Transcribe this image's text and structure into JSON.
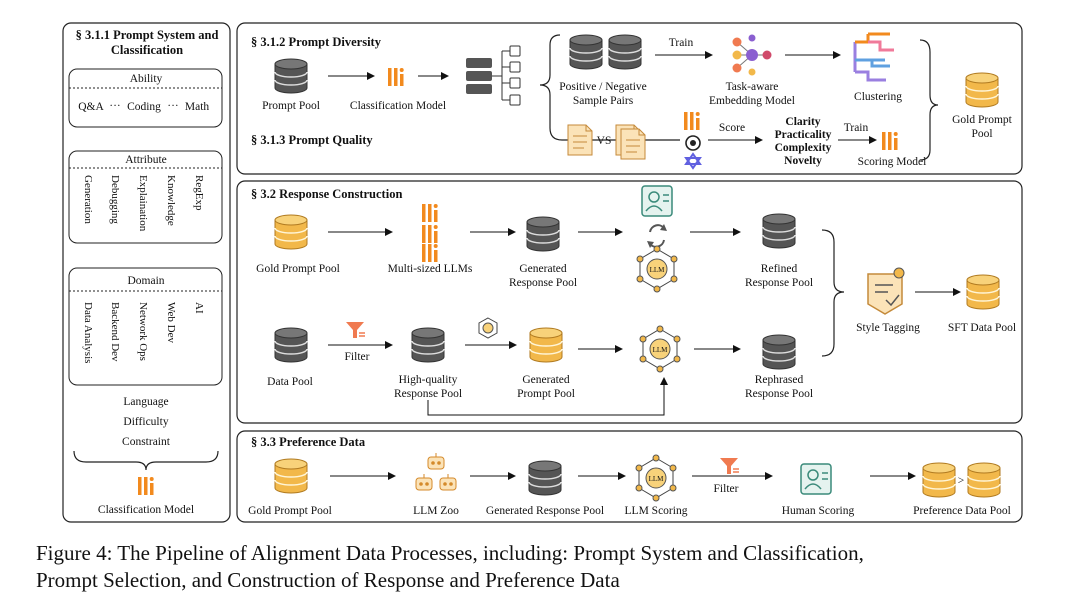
{
  "panel_a": {
    "title_line1": "§ 3.1.1 Prompt System and",
    "title_line2": "Classification",
    "ability": {
      "title": "Ability",
      "items": [
        "Q&A",
        "···",
        "Coding",
        "···",
        "Math"
      ]
    },
    "attribute": {
      "title": "Attribute",
      "items": [
        "Generation",
        "Debugging",
        "Explaination",
        "Knowledge",
        "RegExp"
      ]
    },
    "domain": {
      "title": "Domain",
      "items": [
        "Data Analysis",
        "Backend Dev",
        "Network Ops",
        "Web Dev",
        "AI"
      ]
    },
    "extras": [
      "Language",
      "Difficulty",
      "Constraint"
    ],
    "model_label": "Classification Model"
  },
  "panel_b": {
    "title_diversity": "§ 3.1.2 Prompt Diversity",
    "title_quality": "§ 3.1.3 Prompt Quality",
    "prompt_pool": "Prompt Pool",
    "classification_model": "Classification Model",
    "pairs_line1": "Positive / Negative",
    "pairs_line2": "Sample Pairs",
    "train": "Train",
    "embedding_line1": "Task-aware",
    "embedding_line2": "Embedding Model",
    "clustering": "Clustering",
    "vs": "VS",
    "score": "Score",
    "criteria": [
      "Clarity",
      "Practicality",
      "Complexity",
      "Novelty"
    ],
    "train2": "Train",
    "scoring_model": "Scoring Model",
    "gold_line1": "Gold Prompt",
    "gold_line2": "Pool"
  },
  "panel_c": {
    "title": "§ 3.2 Response Construction",
    "gold_pool": "Gold Prompt Pool",
    "multi_llms": "Multi-sized LLMs",
    "generated_line1": "Generated",
    "generated_line2": "Response Pool",
    "refined_line1": "Refined",
    "refined_line2": "Response Pool",
    "style_tagging": "Style Tagging",
    "sft_pool": "SFT Data Pool",
    "data_pool": "Data Pool",
    "filter": "Filter",
    "hq_line1": "High-quality",
    "hq_line2": "Response Pool",
    "gen_prompt_line1": "Generated",
    "gen_prompt_line2": "Prompt Pool",
    "rephrased_line1": "Rephrased",
    "rephrased_line2": "Response Pool",
    "llm_badge": "LLM"
  },
  "panel_d": {
    "title": "§ 3.3 Preference Data",
    "gold_pool": "Gold Prompt Pool",
    "llm_zoo": "LLM Zoo",
    "generated": "Generated Response Pool",
    "llm_scoring": "LLM Scoring",
    "filter": "Filter",
    "human_scoring": "Human Scoring",
    "preference_pool": "Preference Data Pool",
    "greater": ">"
  },
  "caption": {
    "line1": "Figure 4: The Pipeline of Alignment Data Processes, including: Prompt System and Classification,",
    "line2": "Prompt Selection, and Construction of Response and Preference Data"
  },
  "colors": {
    "db_gray": "#555555",
    "db_gold": "#f2b84a",
    "logo_orange": "#f28a1e",
    "accent_teal": "#3a8a7a",
    "border": "#222222"
  }
}
